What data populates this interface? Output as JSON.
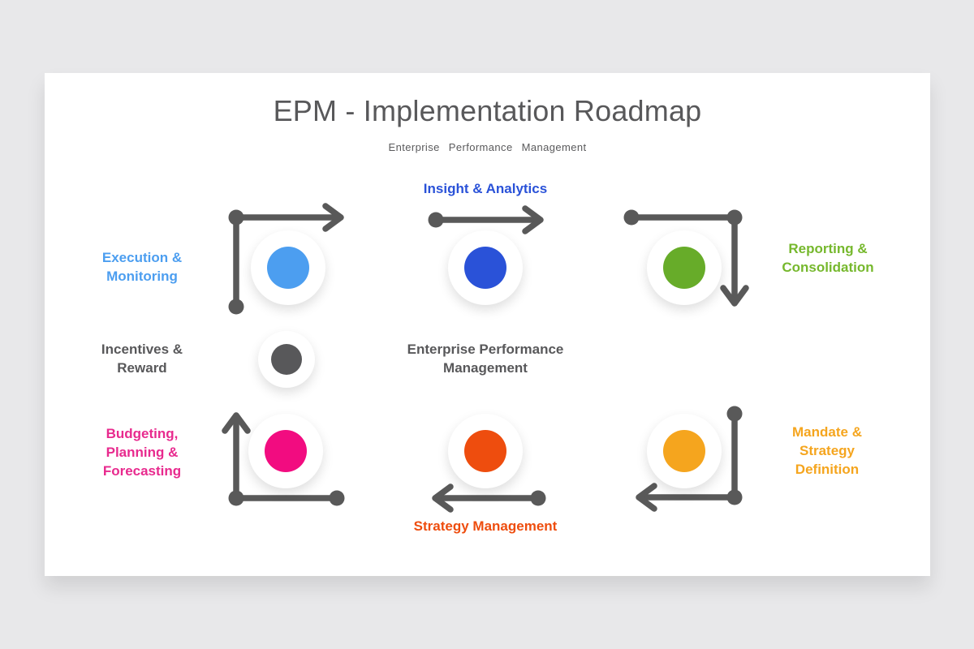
{
  "page": {
    "background_color": "#e8e8ea",
    "card_color": "#ffffff"
  },
  "header": {
    "title": "EPM - Implementation Roadmap",
    "subtitle": "Enterprise Performance Management",
    "title_color": "#58585a",
    "subtitle_color": "#5a5a5c"
  },
  "colors": {
    "arrow": "#595959"
  },
  "center_label": {
    "text": "Enterprise Performance Management",
    "color": "#58585a"
  },
  "nodes": {
    "execution_monitoring": {
      "label": "Execution & Monitoring",
      "color": "#4c9ef0",
      "label_color": "#4c9ef0",
      "arrow_direction": "up-then-right"
    },
    "insight_analytics": {
      "label": "Insight & Analytics",
      "color": "#2a52d8",
      "label_color": "#2a52d8",
      "arrow_direction": "right"
    },
    "reporting_consolidation": {
      "label": "Reporting & Consolidation",
      "color": "#67ac29",
      "label_color": "#76b82d",
      "arrow_direction": "right-then-down"
    },
    "incentives_reward": {
      "label": "Incentives & Reward",
      "color": "#58585a",
      "label_color": "#58585a",
      "arrow_direction": "none"
    },
    "budgeting_planning_forecasting": {
      "label": "Budgeting, Planning & Forecasting",
      "color": "#f20c80",
      "label_color": "#e82a8e",
      "arrow_direction": "up-then-right"
    },
    "strategy_management": {
      "label": "Strategy Management",
      "color": "#ee4d0e",
      "label_color": "#ee4d0e",
      "arrow_direction": "left"
    },
    "mandate_strategy_definition": {
      "label": "Mandate & Strategy Definition",
      "color": "#f5a51e",
      "label_color": "#f5a51e",
      "arrow_direction": "down-then-left"
    }
  }
}
